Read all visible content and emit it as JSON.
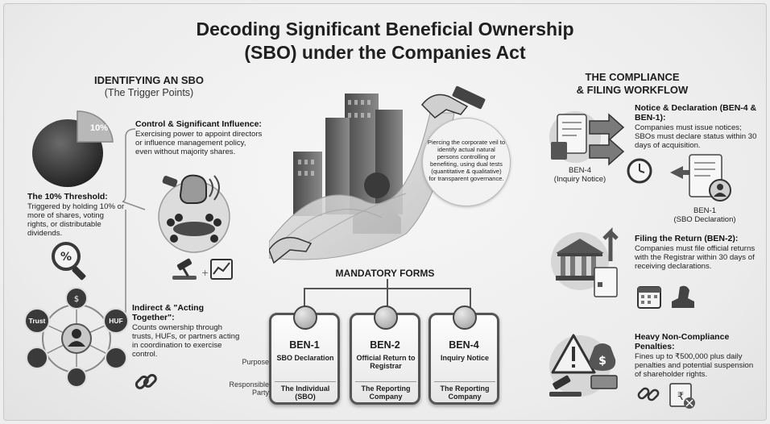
{
  "title": {
    "line1": "Decoding Significant Beneficial Ownership",
    "line2": "(SBO) under the Companies Act"
  },
  "left": {
    "heading": "IDENTIFYING AN SBO",
    "subheading": "(The Trigger Points)",
    "pie_label": "10%",
    "threshold": {
      "title": "The 10% Threshold:",
      "text": "Triggered by holding 10% or more of shares, voting rights, or distributable dividends."
    },
    "control": {
      "title": "Control & Significant Influence:",
      "text": "Exercising power to appoint directors or influence management policy, even without majority shares."
    },
    "acting": {
      "title": "Indirect & \"Acting Together\":",
      "text": "Counts ownership through trusts, HUFs, or partners acting in coordination to exercise control."
    },
    "network_labels": {
      "trust": "Trust",
      "huf": "HUF"
    }
  },
  "center": {
    "veil_text": "Piercing the corporate veil to identify actual natural persons controlling or benefiting, using dual tests (quantitative & qualitative) for transparent governance.",
    "forms_heading": "MANDATORY FORMS",
    "row_purpose": "Purpose",
    "row_party": "Responsible Party",
    "forms": [
      {
        "code": "BEN-1",
        "purpose": "SBO Declaration",
        "party": "The Individual (SBO)"
      },
      {
        "code": "BEN-2",
        "purpose": "Official Return to Registrar",
        "party": "The Reporting Company"
      },
      {
        "code": "BEN-4",
        "purpose": "Inquiry Notice",
        "party": "The Reporting Company"
      }
    ]
  },
  "right": {
    "heading_line1": "THE COMPLIANCE",
    "heading_line2": "& FILING WORKFLOW",
    "notice": {
      "title": "Notice & Declaration (BEN-4 & BEN-1):",
      "text": "Companies must issue notices; SBOs must declare status within 30 days of acquisition."
    },
    "ben4_label": "BEN-4",
    "ben4_sub": "(Inquiry Notice)",
    "ben1_label": "BEN-1",
    "ben1_sub": "(SBO Declaration)",
    "filing": {
      "title": "Filing the Return (BEN-2):",
      "text": "Companies must file official returns with the Registrar within 30 days of receiving declarations."
    },
    "penalty": {
      "title": "Heavy Non-Compliance Penalties:",
      "text": "Fines up to ₹500,000 plus daily penalties and potential suspension of shareholder rights."
    },
    "rupee_symbol": "₹",
    "dollar_symbol": "$"
  },
  "colors": {
    "dark": "#2e2e2e",
    "mid": "#7a7a7a",
    "light": "#e6e6e6",
    "border": "#555555"
  }
}
